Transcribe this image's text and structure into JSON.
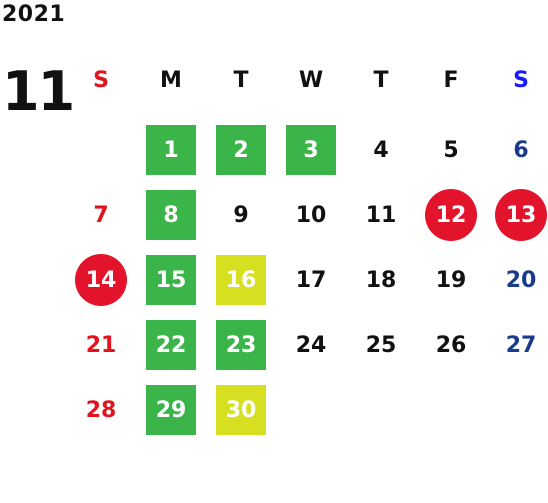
{
  "year": "2021",
  "month": "11",
  "weekdays": [
    "S",
    "M",
    "T",
    "W",
    "T",
    "F",
    "S"
  ],
  "weeks": [
    [
      {
        "day": ""
      },
      {
        "day": "1",
        "mark": "green"
      },
      {
        "day": "2",
        "mark": "green"
      },
      {
        "day": "3",
        "mark": "green"
      },
      {
        "day": "4"
      },
      {
        "day": "5"
      },
      {
        "day": "6"
      }
    ],
    [
      {
        "day": "7"
      },
      {
        "day": "8",
        "mark": "green"
      },
      {
        "day": "9"
      },
      {
        "day": "10"
      },
      {
        "day": "11"
      },
      {
        "day": "12",
        "mark": "red-circle"
      },
      {
        "day": "13",
        "mark": "red-circle"
      }
    ],
    [
      {
        "day": "14",
        "mark": "red-circle"
      },
      {
        "day": "15",
        "mark": "green"
      },
      {
        "day": "16",
        "mark": "yellow"
      },
      {
        "day": "17"
      },
      {
        "day": "18"
      },
      {
        "day": "19"
      },
      {
        "day": "20"
      }
    ],
    [
      {
        "day": "21"
      },
      {
        "day": "22",
        "mark": "green"
      },
      {
        "day": "23",
        "mark": "green"
      },
      {
        "day": "24"
      },
      {
        "day": "25"
      },
      {
        "day": "26"
      },
      {
        "day": "27"
      }
    ],
    [
      {
        "day": "28"
      },
      {
        "day": "29",
        "mark": "green"
      },
      {
        "day": "30",
        "mark": "yellow"
      },
      {
        "day": ""
      },
      {
        "day": ""
      },
      {
        "day": ""
      },
      {
        "day": ""
      }
    ]
  ],
  "colors": {
    "green": "#3bb54a",
    "yellow": "#d6e021",
    "red_circle": "#e3132b",
    "sunday": "#e0141e",
    "saturday": "#1a3a8c"
  }
}
